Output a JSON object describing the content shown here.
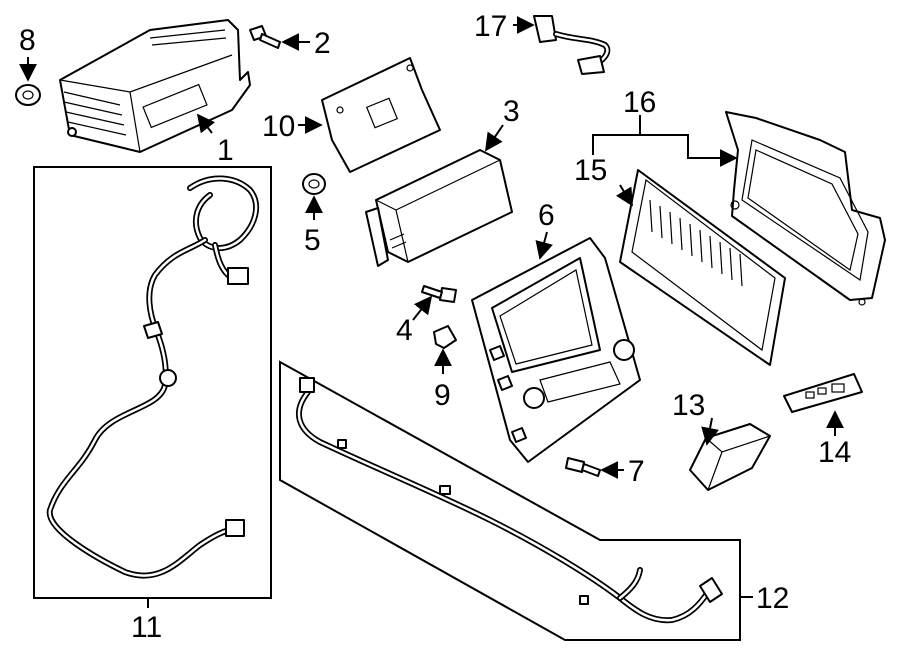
{
  "callouts": [
    "1",
    "2",
    "3",
    "4",
    "5",
    "6",
    "7",
    "8",
    "9",
    "10",
    "11",
    "12",
    "13",
    "14",
    "15",
    "16",
    "17"
  ]
}
